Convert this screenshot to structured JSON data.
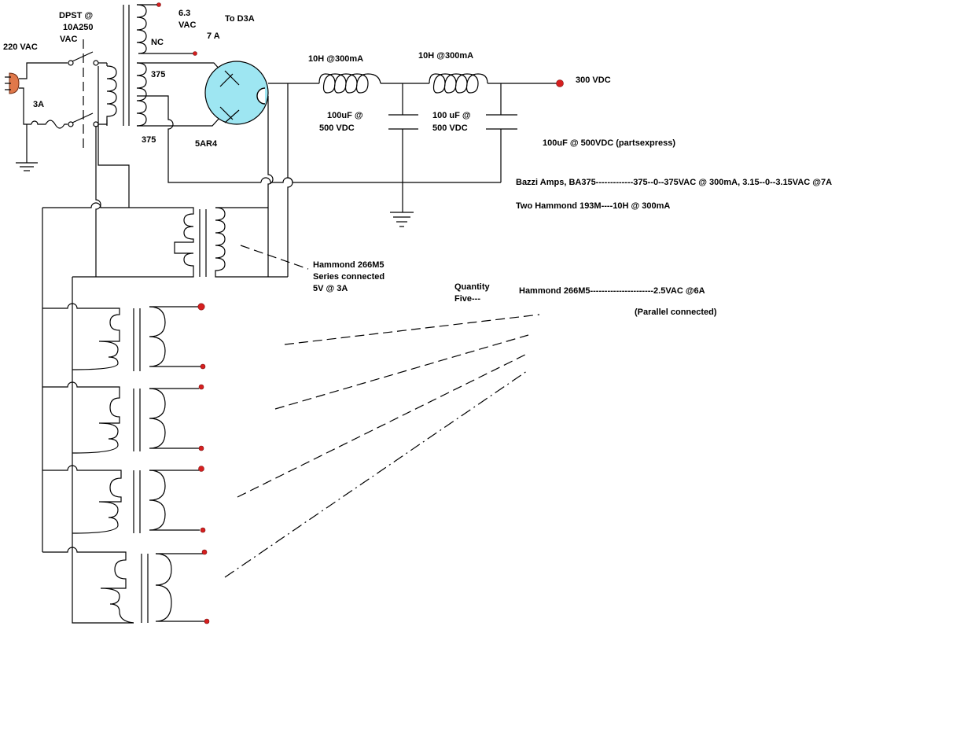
{
  "labels": {
    "mains": "220 VAC",
    "switch_l1": "DPST @",
    "switch_l2": "10A250",
    "switch_l3": "VAC",
    "fuse": "3A",
    "heater_l1": "6.3",
    "heater_l2": "VAC",
    "heater_l3": "7 A",
    "nc": "NC",
    "to_tube": "To D3A",
    "tap_upper": "375",
    "tap_lower": "375",
    "rectifier": "5AR4",
    "choke1": "10H @300mA",
    "choke2": "10H @300mA",
    "output": "300 VDC",
    "cap1_l1": "100uF @",
    "cap1_l2": "500 VDC",
    "cap2_l1": "100 uF @",
    "cap2_l2": "500 VDC",
    "caps_note": "100uF @ 500VDC (partsexpress)",
    "power_trafo": "Bazzi Amps, BA375-------------375--0--375VAC  @ 300mA,  3.15--0--3.15VAC @7A",
    "chokes_note": "Two Hammond 193M----10H @ 300mA",
    "fil_l1": "Hammond 266M5",
    "fil_l2": "Series connected",
    "fil_l3": "5V @ 3A",
    "qty_l1": "Quantity",
    "qty_l2": "Five---",
    "bank": "Hammond  266M5----------------------2.5VAC @6A",
    "bank_note": "(Parallel connected)"
  },
  "colors": {
    "tube_fill": "#9ee6f2",
    "terminal": "#d61f1f",
    "plug": "#e0784a"
  }
}
